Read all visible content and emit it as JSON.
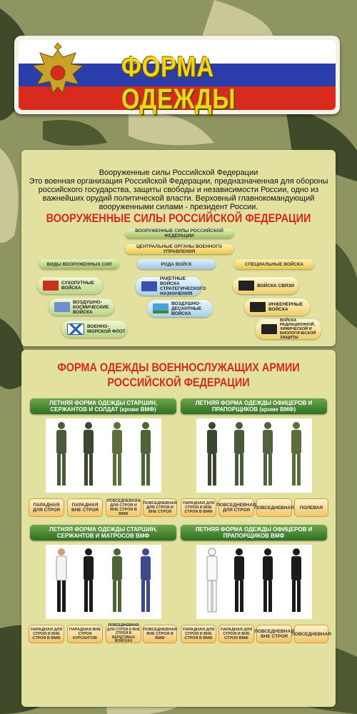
{
  "header": {
    "title": "ФОРМА ОДЕЖДЫ"
  },
  "intro": {
    "line1": "Вооруженные силы Российской Федерации",
    "body": "Это военная организация Российской Федерации, предназначенная для обороны российского государства, защиты свободы и независимости России, одно из важнейших орудий политической власти. Верховный главнокомандующий вооруженными силами - президент России."
  },
  "structure": {
    "heading": "ВООРУЖЕННЫЕ СИЛЫ РОССИЙСКОЙ ФЕДЕРАЦИИ",
    "top": "ВООРУЖЕННЫЕ СИЛЫ РОССИЙСКОЙ ФЕДЕРАЦИИ",
    "central": "ЦЕНТРАЛЬНЫЕ ОРГАНЫ ВОЕННОГО УПРАВЛЕНИЯ",
    "col1": {
      "title": "ВИДЫ ВООРУЖЕННЫХ СИЛ",
      "items": [
        "СУХОПУТНЫЕ ВОЙСКА",
        "ВОЗДУШНО-КОСМИЧЕСКИЕ ВОЙСКА",
        "ВОЕННО-МОРСКОЙ ФЛОТ"
      ]
    },
    "col2": {
      "title": "РОДА ВОЙСК",
      "items": [
        "РАКЕТНЫЕ ВОЙСКА СТРАТЕГИЧЕСКОГО НАЗНАЧЕНИЯ",
        "ВОЗДУШНО-ДЕСАНТНЫЕ ВОЙСКА"
      ]
    },
    "col3": {
      "title": "СПЕЦИАЛЬНЫЕ ВОЙСКА",
      "items": [
        "ВОЙСКА СВЯЗИ",
        "ИНЖЕНЕРНЫЕ ВОЙСКА",
        "ВОЙСКА РАДИАЦИОННОЙ, ХИМИЧЕСКОЙ И БИОЛОГИЧЕСКОЙ ЗАЩИТЫ"
      ]
    }
  },
  "uniforms": {
    "heading1": "ФОРМА ОДЕЖДЫ ВОЕННОСЛУЖАЩИХ АРМИИ",
    "heading2": "РОССИЙСКОЙ ФЕДЕРАЦИИ",
    "sections": [
      {
        "title": "ЛЕТНЯЯ ФОРМА ОДЕЖДЫ СТАРШИН, СЕРЖАНТОВ И СОЛДАТ (кроме ВМФ)",
        "captions": [
          "ПАРАДНАЯ ДЛЯ СТРОЯ",
          "ПАРАДНАЯ ВНЕ СТРОЯ",
          "ПОВСЕДНЕВНАЯ ДЛЯ СТРОЯ И ВНЕ СТРОЯ В ВМФ",
          "ПОВСЕДНЕВНАЯ ДЛЯ СТРОЯ И ВНЕ СТРОЯ"
        ]
      },
      {
        "title": "ЛЕТНЯЯ ФОРМА ОДЕЖДЫ ОФИЦЕРОВ И ПРАПОРЩИКОВ (кроме ВМФ)",
        "captions": [
          "ПАРАДНАЯ ДЛЯ СТРОЯ И ВНЕ СТРОЯ В ВМФ",
          "ПОВСЕДНЕВНАЯ ДЛЯ СТРОЯ",
          "ПОВСЕДНЕВНАЯ",
          "ПОЛЕВАЯ"
        ]
      },
      {
        "title": "ЛЕТНЯЯ ФОРМА ОДЕЖДЫ СТАРШИН, СЕРЖАНТОВ И МАТРОСОВ ВМФ",
        "captions": [
          "ПАРАДНАЯ ДЛЯ СТРОЯ И ВНЕ СТРОЯ В ВМФ",
          "ПАРАДНАЯ ВНЕ СТРОЯ КУРСАНТОВ",
          "ПОВСЕДНЕВНАЯ ДЛЯ СТРОЯ И ВНЕ СТРОЯ В БЕРЕГОВЫХ ВОЙСКАХ",
          "ПОВСЕДНЕВНАЯ ВНЕ СТРОЯ В ВМФ"
        ]
      },
      {
        "title": "ЛЕТНЯЯ ФОРМА ОДЕЖДЫ ОФИЦЕРОВ И ПРАПОРЩИКОВ ВМФ",
        "captions": [
          "ПАРАДНАЯ ДЛЯ СТРОЯ И ВНЕ СТРОЯ В ВМФ",
          "ПАРАДНАЯ ДЛЯ СТРОЯ И ВНЕ СТРОЯ ВМФ",
          "ПОВСЕДНЕВНАЯ ВНЕ СТРОЯ",
          "ПОВСЕДНЕВНАЯ"
        ]
      }
    ]
  },
  "colors": {
    "title_yellow": "#f2d21d",
    "heading_red": "#d12b1d",
    "panel": "#e3e1a0",
    "flag_white": "#ffffff",
    "flag_blue": "#2a3da8",
    "flag_red": "#d82b1e"
  }
}
